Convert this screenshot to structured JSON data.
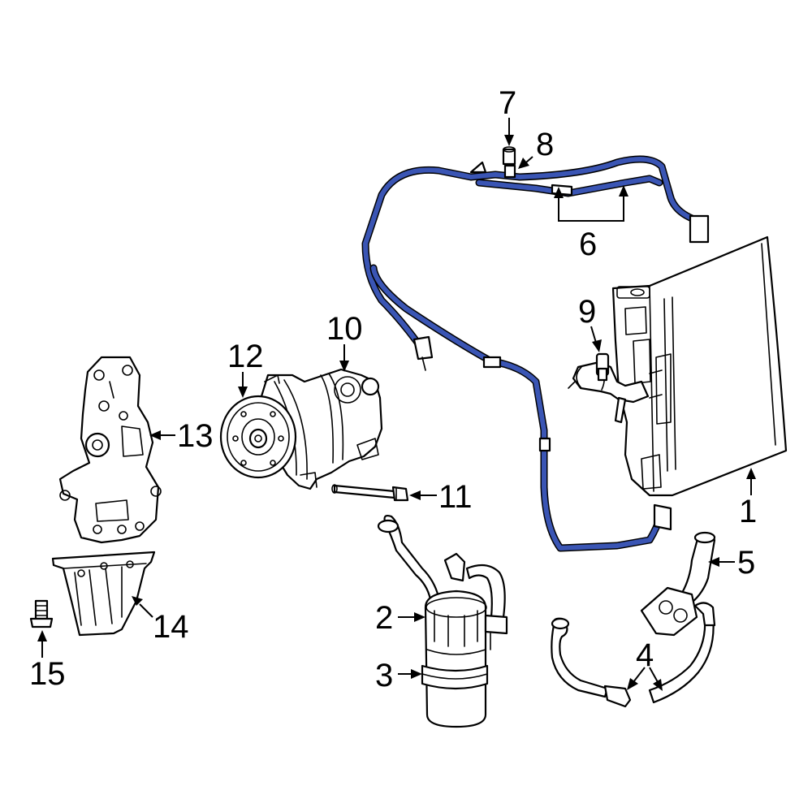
{
  "colors": {
    "highlight": "#3a55b4",
    "line": "#000000",
    "background": "#ffffff"
  },
  "callouts": [
    "1",
    "2",
    "3",
    "4",
    "5",
    "6",
    "7",
    "8",
    "9",
    "10",
    "11",
    "12",
    "13",
    "14",
    "15"
  ],
  "parts": [
    {
      "callout": "1",
      "icon": "condenser-icon"
    },
    {
      "callout": "2",
      "icon": "receiver-drier-icon"
    },
    {
      "callout": "3",
      "icon": "drier-clamp-icon"
    },
    {
      "callout": "4",
      "icon": "liquid-line-icon"
    },
    {
      "callout": "5",
      "icon": "suction-hose-icon"
    },
    {
      "callout": "6",
      "icon": "discharge-line-icon",
      "highlighted": true
    },
    {
      "callout": "7",
      "icon": "service-cap-icon"
    },
    {
      "callout": "8",
      "icon": "service-valve-icon"
    },
    {
      "callout": "9",
      "icon": "pressure-switch-icon"
    },
    {
      "callout": "10",
      "icon": "compressor-icon"
    },
    {
      "callout": "11",
      "icon": "bolt-icon"
    },
    {
      "callout": "12",
      "icon": "clutch-icon"
    },
    {
      "callout": "13",
      "icon": "mounting-bracket-icon"
    },
    {
      "callout": "14",
      "icon": "support-bracket-icon"
    },
    {
      "callout": "15",
      "icon": "bolt-icon"
    }
  ]
}
